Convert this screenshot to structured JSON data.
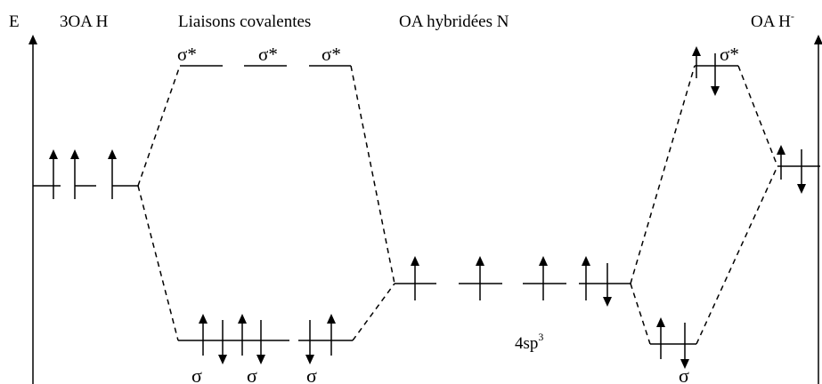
{
  "labels": {
    "energy_axis": "E",
    "h_orbitals": "3OA H",
    "covalent_bonds": "Liaisons covalentes",
    "n_hybrid": "OA hybridées N",
    "h_anion_base": "OA H",
    "h_anion_sup": "-",
    "sp3_base": "4sp",
    "sp3_sup": "3"
  },
  "sigma_star_labels": [
    "σ*",
    "σ*",
    "σ*",
    "σ*"
  ],
  "sigma_labels": [
    "σ",
    "σ",
    "σ",
    "σ"
  ],
  "colors": {
    "ink": "#000000",
    "background": "#ffffff"
  }
}
